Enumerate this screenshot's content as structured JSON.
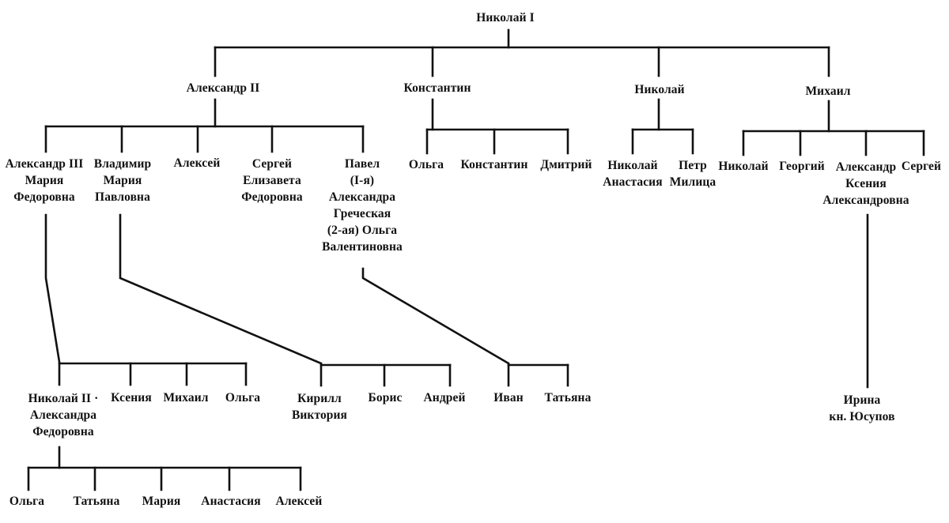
{
  "root": "Николай I",
  "children": {
    "alexander2": "Александр II",
    "konstantin": "Константин",
    "nikolai": "Николай",
    "mikhail": "Михаил"
  },
  "alexander2_children": {
    "alexander3": [
      "Александр III",
      "Мария",
      "Федоровна"
    ],
    "vladimir": [
      "Владимир",
      "Мария",
      "Павловна"
    ],
    "aleksei": "Алексей",
    "sergei": [
      "Сергей",
      "Елизавета",
      "Федоровна"
    ],
    "pavel": [
      "Павел",
      "(I-я)",
      "Александра",
      "Греческая",
      "(2-ая) Ольга",
      "Валентиновна"
    ]
  },
  "konstantin_children": [
    "Ольга",
    "Константин",
    "Дмитрий"
  ],
  "nikolai_children": {
    "nikolai": [
      "Николай",
      "Анастасия"
    ],
    "petr": [
      "Петр",
      "Милица"
    ]
  },
  "mikhail_children": {
    "nikolai": "Николай",
    "georgii": "Георгий",
    "alexander": [
      "Александр",
      "Ксения",
      "Александровна"
    ],
    "sergei": "Сергей"
  },
  "alexander3_children": {
    "nikolai2": [
      "Николай II ·",
      "Александра",
      "Федоровна"
    ],
    "ksenia": "Ксения",
    "mikhail": "Михаил",
    "olga": "Ольга"
  },
  "vladimir_children": {
    "kirill": [
      "Кирилл",
      "Виктория"
    ],
    "boris": "Борис",
    "andrei": "Андрей"
  },
  "pavel_children": [
    "Иван",
    "Татьяна"
  ],
  "alexander_mikh_children": [
    "Ирина",
    "кн. Юсупов"
  ],
  "nikolai2_children": [
    "Ольга",
    "Татьяна",
    "Мария",
    "Анастасия",
    "Алексей"
  ]
}
